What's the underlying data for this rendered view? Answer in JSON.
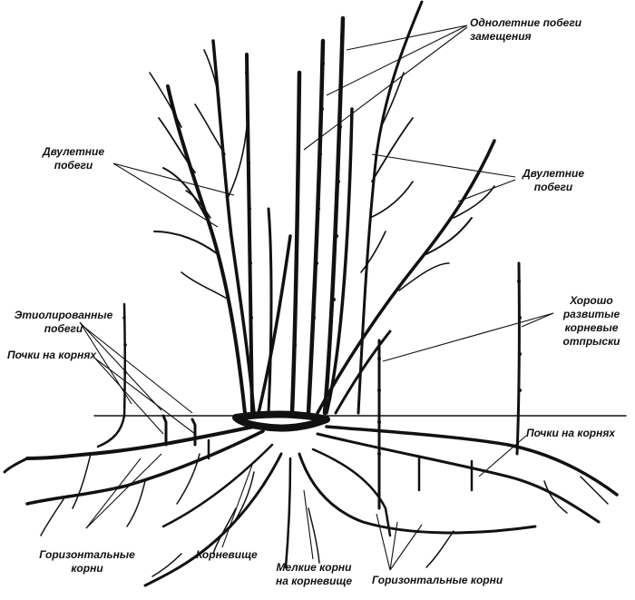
{
  "labels": {
    "annual_shoots": [
      "Однолетние побеги",
      "замещения"
    ],
    "biennial_left": [
      "Двулетние",
      "побеги"
    ],
    "biennial_right": [
      "Двулетние",
      "побеги"
    ],
    "etiolated": [
      "Этиолированные",
      "побеги"
    ],
    "root_buds_left": "Почки на корнях",
    "root_buds_right": "Почки на корнях",
    "suckers": [
      "Хорошо",
      "развитые",
      "корневые",
      "отпрыски"
    ],
    "horizontal_roots_left": [
      "Горизонтальные",
      "корни"
    ],
    "rhizome": "Корневище",
    "fine_roots": [
      "Мелкие корни",
      "на корневище"
    ],
    "horizontal_roots_bottom": "Горизонтальные корни"
  },
  "colors": {
    "ink": "#111111",
    "paper": "#ffffff"
  }
}
